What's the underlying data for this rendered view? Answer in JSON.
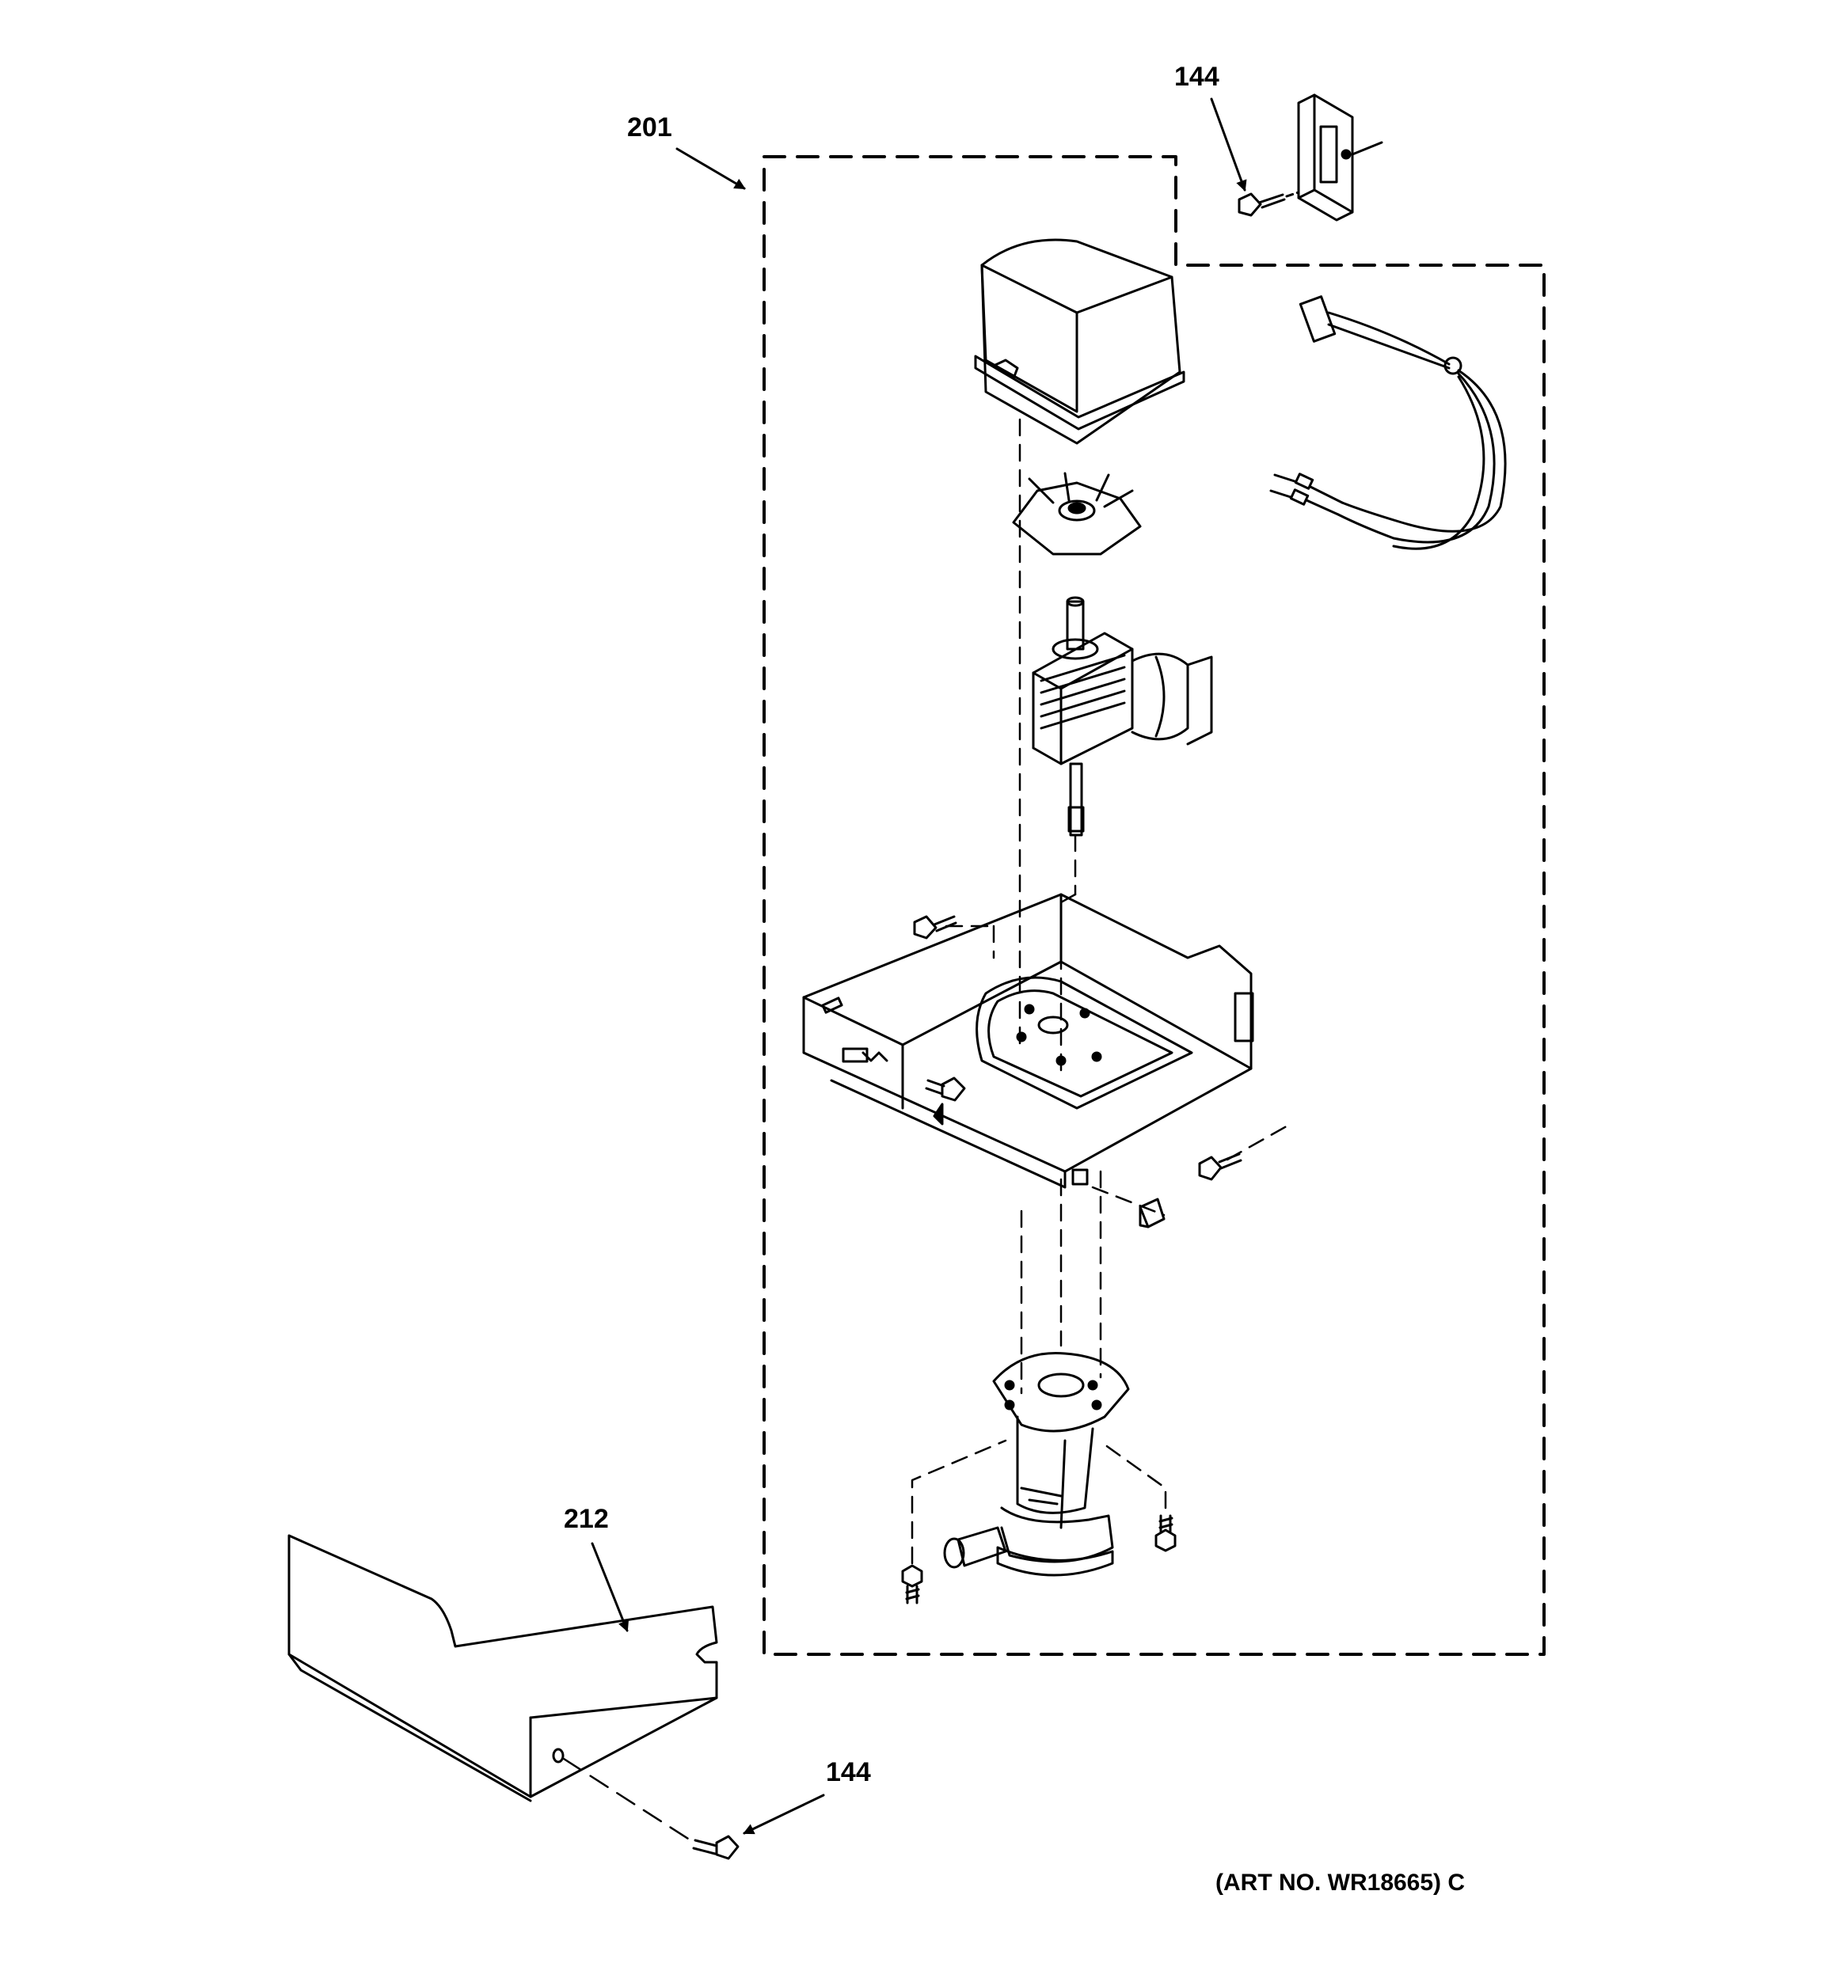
{
  "callouts": {
    "assembly": "201",
    "screw_top": "144",
    "cover": "212",
    "screw_bottom": "144"
  },
  "art_number": "(ART NO. WR18665) C",
  "colors": {
    "line": "#000000",
    "background": "#ffffff"
  }
}
